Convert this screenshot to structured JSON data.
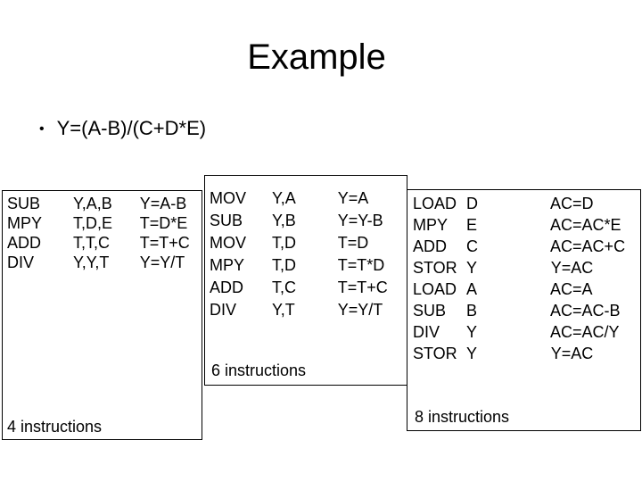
{
  "slide": {
    "title": "Example",
    "bullet": "Y=(A-B)/(C+D*E)"
  },
  "boxes": [
    {
      "count_label": "4 instructions",
      "rows": [
        {
          "op": "SUB",
          "args": "Y,A,B",
          "result": "Y=A-B"
        },
        {
          "op": "MPY",
          "args": "T,D,E",
          "result": "T=D*E"
        },
        {
          "op": "ADD",
          "args": "T,T,C",
          "result": "T=T+C"
        },
        {
          "op": "DIV",
          "args": "Y,Y,T",
          "result": "Y=Y/T"
        }
      ]
    },
    {
      "count_label": "6 instructions",
      "rows": [
        {
          "op": "MOV",
          "args": "Y,A",
          "result": "Y=A"
        },
        {
          "op": "SUB",
          "args": "Y,B",
          "result": "Y=Y-B"
        },
        {
          "op": "MOV",
          "args": "T,D",
          "result": "T=D"
        },
        {
          "op": "MPY",
          "args": "T,D",
          "result": "T=T*D"
        },
        {
          "op": "ADD",
          "args": "T,C",
          "result": "T=T+C"
        },
        {
          "op": "DIV",
          "args": "Y,T",
          "result": "Y=Y/T"
        }
      ]
    },
    {
      "count_label": "8 instructions",
      "rows": [
        {
          "op": "LOAD",
          "args": "D",
          "result": "AC=D"
        },
        {
          "op": "MPY",
          "args": "E",
          "result": "AC=AC*E"
        },
        {
          "op": "ADD",
          "args": "C",
          "result": "AC=AC+C"
        },
        {
          "op": "STOR",
          "args": "Y",
          "result": "Y=AC"
        },
        {
          "op": "LOAD",
          "args": "A",
          "result": "AC=A"
        },
        {
          "op": "SUB",
          "args": "B",
          "result": "AC=AC-B"
        },
        {
          "op": "DIV",
          "args": "Y",
          "result": "AC=AC/Y"
        },
        {
          "op": "STOR",
          "args": "Y",
          "result": "Y=AC"
        }
      ]
    }
  ]
}
